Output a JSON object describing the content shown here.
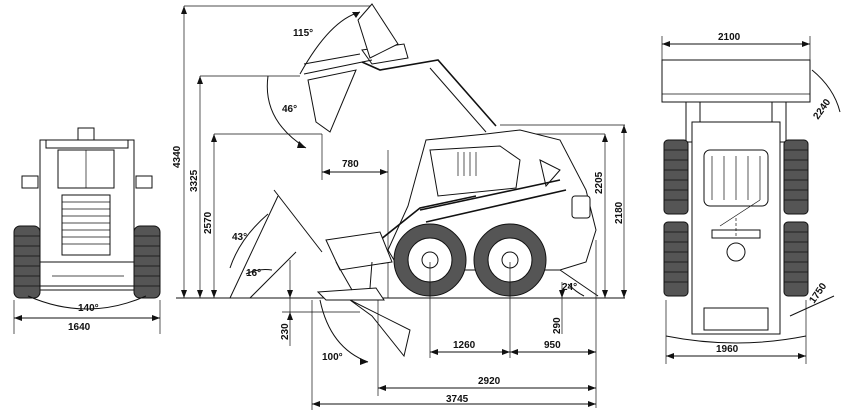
{
  "dimensions": {
    "front_width": "1640",
    "front_angle": "140°",
    "top_width": "2100",
    "top_track": "1960",
    "top_radius_front": "2240",
    "top_radius_rear": "1750",
    "height_max": "4340",
    "height_hinge": "3325",
    "height_dump": "2570",
    "reach": "780",
    "height_cab": "2205",
    "height_overall": "2180",
    "angle_top": "115°",
    "angle_dump": "46°",
    "angle_rollback": "43°",
    "angle_ground": "16°",
    "angle_departure": "24°",
    "dig_depth": "230",
    "ground_clear": "290",
    "wheelbase": "1260",
    "rear_overhang": "950",
    "length_no_bucket": "2920",
    "length_overall": "3745",
    "angle_bucket_down": "100°"
  }
}
